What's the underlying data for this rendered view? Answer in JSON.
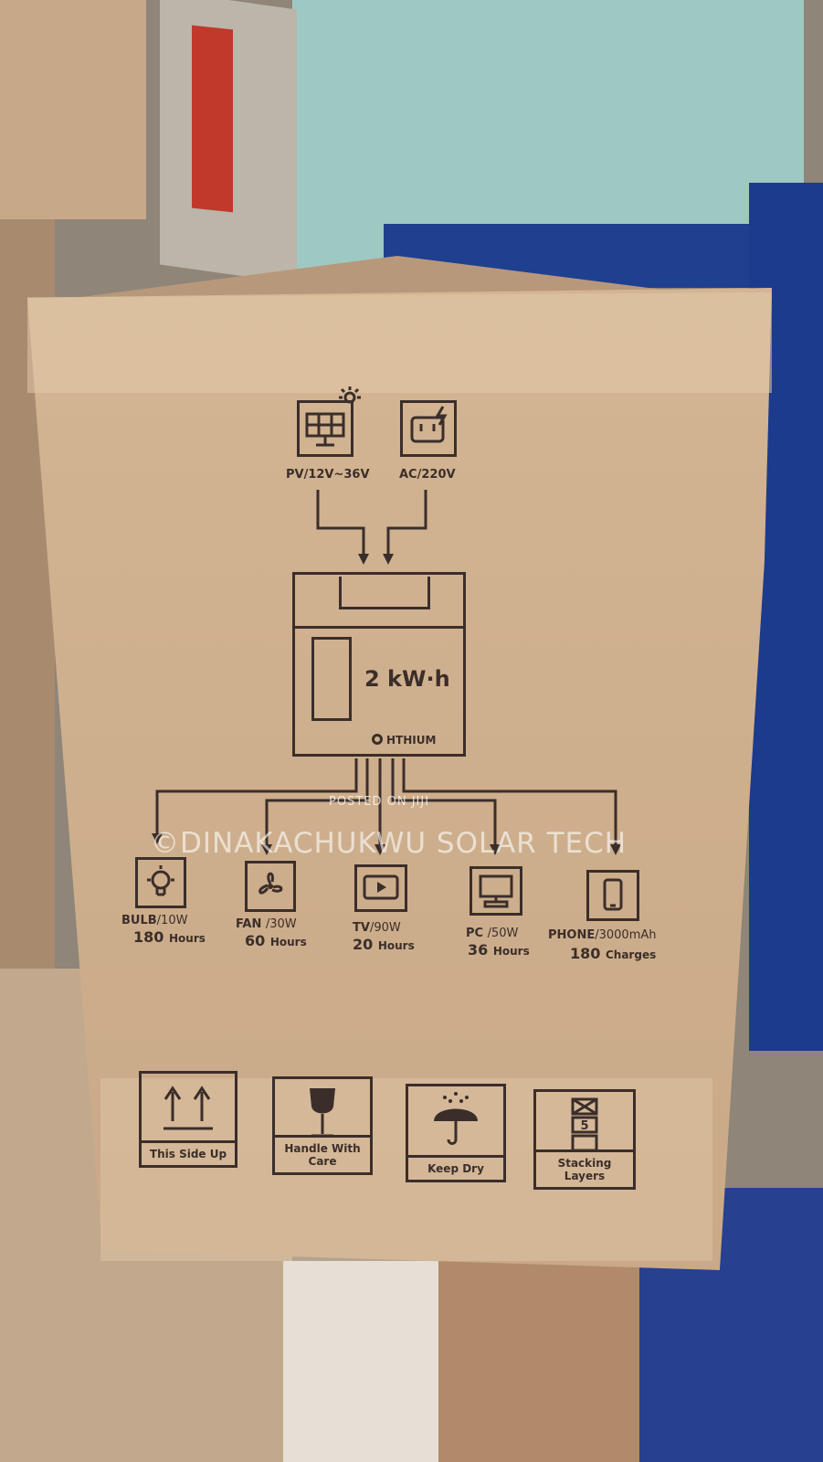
{
  "inputs": {
    "pv": "PV/12V~36V",
    "ac": "AC/220V"
  },
  "device": {
    "capacity": "2 kW·h",
    "brand": "HTHIUM"
  },
  "outputs": [
    {
      "name": "BULB",
      "rating": "/10W",
      "amount": "180",
      "unit": "Hours",
      "icon": "bulb-icon"
    },
    {
      "name": "FAN",
      "rating": "/30W",
      "amount": "60",
      "unit": "Hours",
      "icon": "fan-icon"
    },
    {
      "name": "TV",
      "rating": "/90W",
      "amount": "20",
      "unit": "Hours",
      "icon": "tv-icon"
    },
    {
      "name": "PC",
      "rating": "/50W",
      "amount": "36",
      "unit": "Hours",
      "icon": "pc-icon"
    },
    {
      "name": "PHONE",
      "rating": "/3000mAh",
      "amount": "180",
      "unit": "Charges",
      "icon": "phone-icon"
    }
  ],
  "care_labels": [
    {
      "text": "This Side Up",
      "icon": "arrows-up-icon"
    },
    {
      "text": "Handle With Care",
      "icon": "glass-icon"
    },
    {
      "text": "Keep Dry",
      "icon": "umbrella-icon"
    },
    {
      "text": "Stacking Layers",
      "icon": "stack-icon"
    }
  ],
  "stack_limit": "5",
  "watermark": {
    "posted": "POSTED ON JIJI",
    "seller": "©DINAKACHUKWU SOLAR TECH"
  },
  "colors": {
    "ink": "#3b2e2a",
    "cardboard": "#cfb08e"
  }
}
